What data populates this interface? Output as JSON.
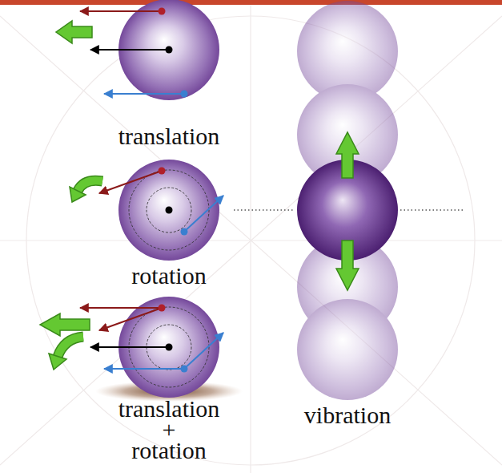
{
  "diagram": {
    "labels": [
      "translation",
      "rotation",
      "translation + rotation",
      "vibration"
    ]
  }
}
